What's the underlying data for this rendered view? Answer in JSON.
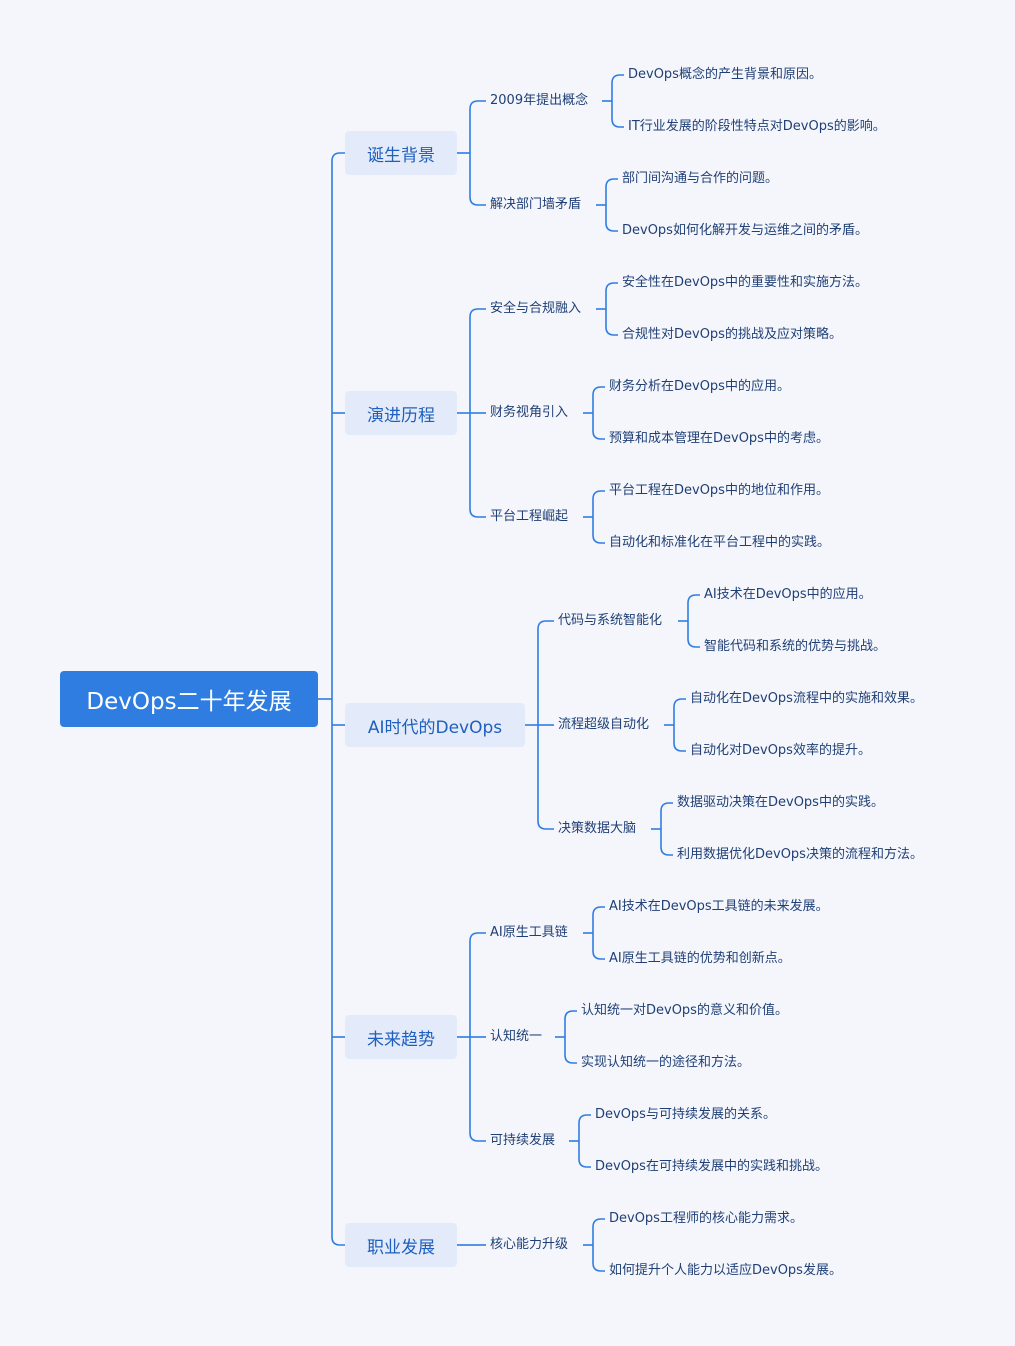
{
  "colors": {
    "line": "#2f7de1",
    "root_bg": "#2f7de1",
    "branch_bg": "#e3ebfa",
    "branch_text": "#1f5fbf",
    "leaf_text": "#1f3f75",
    "background": "#f4f6fc"
  },
  "root": {
    "label": "DevOps二十年发展"
  },
  "branches": [
    {
      "label": "诞生背景",
      "topics": [
        {
          "label": "2009年提出概念",
          "points": [
            "DevOps概念的产生背景和原因。",
            "IT行业发展的阶段性特点对DevOps的影响。"
          ]
        },
        {
          "label": "解决部门墙矛盾",
          "points": [
            "部门间沟通与合作的问题。",
            "DevOps如何化解开发与运维之间的矛盾。"
          ]
        }
      ]
    },
    {
      "label": "演进历程",
      "topics": [
        {
          "label": "安全与合规融入",
          "points": [
            "安全性在DevOps中的重要性和实施方法。",
            "合规性对DevOps的挑战及应对策略。"
          ]
        },
        {
          "label": "财务视角引入",
          "points": [
            "财务分析在DevOps中的应用。",
            "预算和成本管理在DevOps中的考虑。"
          ]
        },
        {
          "label": "平台工程崛起",
          "points": [
            "平台工程在DevOps中的地位和作用。",
            "自动化和标准化在平台工程中的实践。"
          ]
        }
      ]
    },
    {
      "label": "AI时代的DevOps",
      "topics": [
        {
          "label": "代码与系统智能化",
          "points": [
            "AI技术在DevOps中的应用。",
            "智能代码和系统的优势与挑战。"
          ]
        },
        {
          "label": "流程超级自动化",
          "points": [
            "自动化在DevOps流程中的实施和效果。",
            "自动化对DevOps效率的提升。"
          ]
        },
        {
          "label": "决策数据大脑",
          "points": [
            "数据驱动决策在DevOps中的实践。",
            "利用数据优化DevOps决策的流程和方法。"
          ]
        }
      ]
    },
    {
      "label": "未来趋势",
      "topics": [
        {
          "label": "AI原生工具链",
          "points": [
            "AI技术在DevOps工具链的未来发展。",
            "AI原生工具链的优势和创新点。"
          ]
        },
        {
          "label": "认知统一",
          "points": [
            "认知统一对DevOps的意义和价值。",
            "实现认知统一的途径和方法。"
          ]
        },
        {
          "label": "可持续发展",
          "points": [
            "DevOps与可持续发展的关系。",
            "DevOps在可持续发展中的实践和挑战。"
          ]
        }
      ]
    },
    {
      "label": "职业发展",
      "topics": [
        {
          "label": "核心能力升级",
          "points": [
            "DevOps工程师的核心能力需求。",
            "如何提升个人能力以适应DevOps发展。"
          ]
        }
      ]
    }
  ]
}
